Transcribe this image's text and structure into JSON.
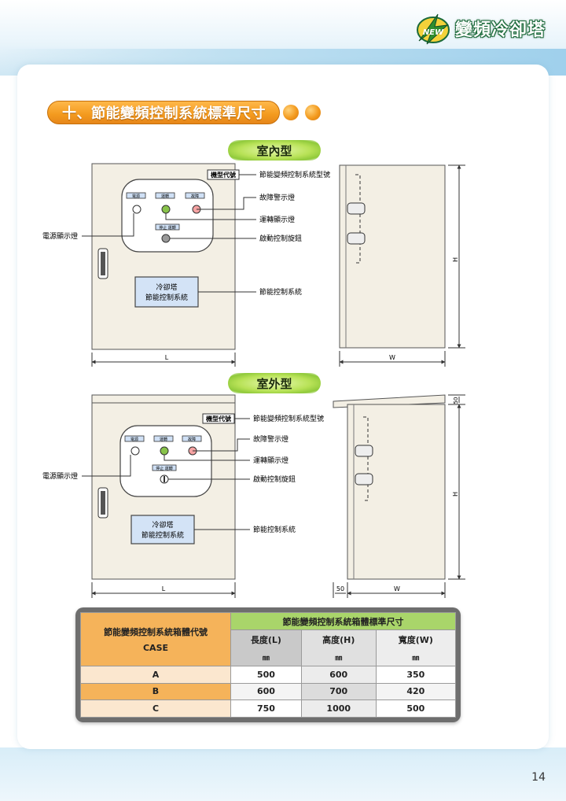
{
  "brand": {
    "logo_text": "NEW",
    "title": "變頻冷卻塔",
    "accent": "#1b6a3a"
  },
  "section": {
    "title": "十、節能變頻控制系統標準尺寸"
  },
  "indoor": {
    "label": "室內型",
    "model_tag": "機型代號",
    "lamp_labels": [
      "電源",
      "運轉",
      "故障"
    ],
    "switch_label": "停止 運轉",
    "system_box": [
      "冷卻塔",
      "節能控制系統"
    ],
    "callouts": {
      "model": "節能變頻控制系統型號",
      "fault": "故障警示燈",
      "run": "運轉顯示燈",
      "knob": "啟動控制旋鈕",
      "system": "節能控制系統",
      "power": "電源顯示燈"
    },
    "dims": {
      "L": "L",
      "W": "W",
      "H": "H"
    }
  },
  "outdoor": {
    "label": "室外型",
    "model_tag": "機型代號",
    "lamp_labels": [
      "電源",
      "運轉",
      "故障"
    ],
    "switch_label": "停止 運轉",
    "system_box": [
      "冷卻塔",
      "節能控制系統"
    ],
    "callouts": {
      "model": "節能變頻控制系統型號",
      "fault": "故障警示燈",
      "run": "運轉顯示燈",
      "knob": "啟動控制旋鈕",
      "system": "節能控制系統",
      "power": "電源顯示燈"
    },
    "dims": {
      "L": "L",
      "W": "W",
      "H": "H",
      "roof": "50",
      "side": "50"
    }
  },
  "table": {
    "code_header": [
      "節能變頻控制系統箱體代號",
      "CASE"
    ],
    "group_header": "節能變頻控制系統箱體標準尺寸",
    "columns": [
      {
        "name": "長度(L)",
        "unit": "㎜"
      },
      {
        "name": "高度(H)",
        "unit": "㎜"
      },
      {
        "name": "寬度(W)",
        "unit": "㎜"
      }
    ],
    "rows": [
      {
        "case": "A",
        "values": [
          "500",
          "600",
          "350"
        ]
      },
      {
        "case": "B",
        "values": [
          "600",
          "700",
          "420"
        ]
      },
      {
        "case": "C",
        "values": [
          "750",
          "1000",
          "500"
        ]
      }
    ]
  },
  "page_number": "14"
}
